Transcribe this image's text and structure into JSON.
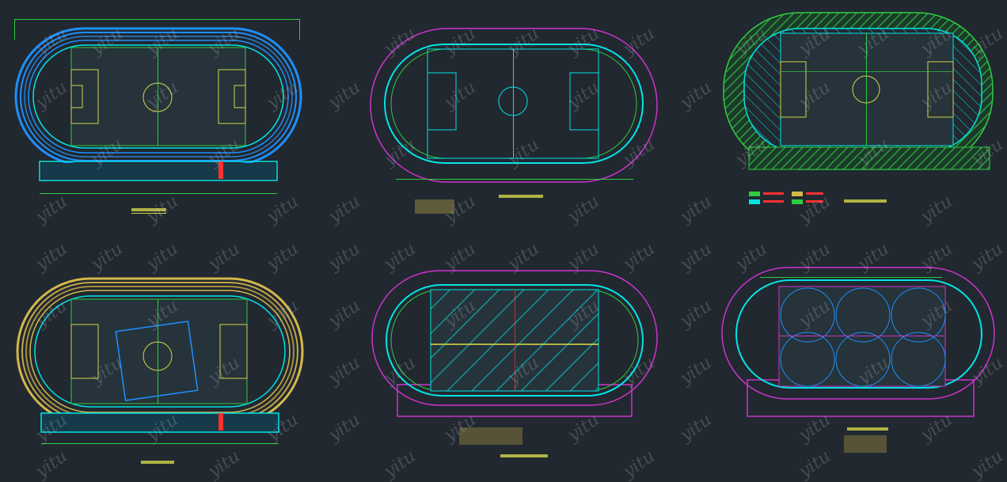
{
  "watermark": {
    "text": "yitu"
  },
  "colors": {
    "background": "#212830",
    "field": "#2b3a3f",
    "track_blue": "#1e90ff",
    "track_cyan": "#00e5e5",
    "track_yellow": "#d4b84a",
    "green": "#2ecc40",
    "magenta": "#cc33cc",
    "red": "#ff3030",
    "white": "#e8e8e8"
  },
  "drawings": [
    {
      "id": "d1",
      "style": "blue-track"
    },
    {
      "id": "d2",
      "style": "lighting"
    },
    {
      "id": "d3",
      "style": "hatched"
    },
    {
      "id": "d4",
      "style": "yellow-track"
    },
    {
      "id": "d5",
      "style": "drainage"
    },
    {
      "id": "d6",
      "style": "irrigation"
    }
  ]
}
